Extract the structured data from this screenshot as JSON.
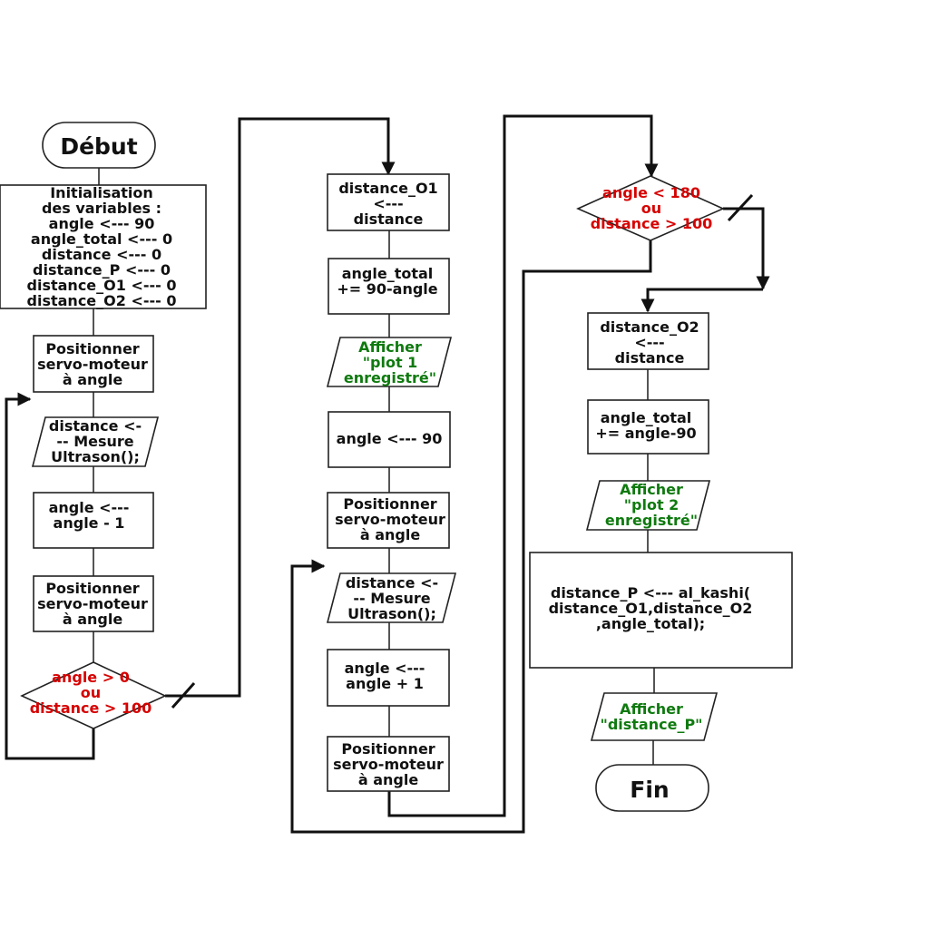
{
  "colors": {
    "red": "#d60000",
    "green": "#0f7a0f",
    "stroke": "#222222",
    "background": "#ffffff"
  },
  "start": {
    "label": "Début"
  },
  "end": {
    "label": "Fin"
  },
  "column1": {
    "init": {
      "lines": [
        "Initialisation",
        "des variables :",
        "angle <--- 90",
        "angle_total <--- 0",
        "distance <--- 0",
        "distance_P <--- 0",
        "distance_O1 <--- 0",
        "distance_O2 <--- 0"
      ]
    },
    "position1": {
      "lines": [
        "Positionner",
        "servo-moteur",
        "à angle"
      ]
    },
    "measure": {
      "lines": [
        "distance <-",
        "-- Mesure",
        "Ultrason();"
      ]
    },
    "decrement": {
      "lines": [
        "angle <---",
        "angle - 1"
      ]
    },
    "position2": {
      "lines": [
        "Positionner",
        "servo-moteur",
        "à angle"
      ]
    },
    "decision": {
      "lines": [
        "angle > 0",
        "ou",
        "distance > 100"
      ]
    }
  },
  "column2": {
    "assign_o1": {
      "lines": [
        "distance_O1",
        "<---",
        "distance"
      ]
    },
    "total1": {
      "lines": [
        "angle_total",
        "+= 90-angle"
      ]
    },
    "display1": {
      "lines": [
        "Afficher",
        "\"plot 1",
        "enregistré\""
      ]
    },
    "reset_angle": {
      "lines": [
        "angle <--- 90"
      ]
    },
    "position3": {
      "lines": [
        "Positionner",
        "servo-moteur",
        "à angle"
      ]
    },
    "measure2": {
      "lines": [
        "distance <-",
        "-- Mesure",
        "Ultrason();"
      ]
    },
    "increment": {
      "lines": [
        "angle <---",
        "angle + 1"
      ]
    },
    "position4": {
      "lines": [
        "Positionner",
        "servo-moteur",
        "à angle"
      ]
    }
  },
  "column3": {
    "decision": {
      "lines": [
        "angle < 180",
        "ou",
        "distance > 100"
      ]
    },
    "assign_o2": {
      "lines": [
        "distance_O2",
        "<---",
        "distance"
      ]
    },
    "total2": {
      "lines": [
        "angle_total",
        "+= angle-90"
      ]
    },
    "display2": {
      "lines": [
        "Afficher",
        "\"plot 2",
        "enregistré\""
      ]
    },
    "compute": {
      "lines": [
        "distance_P  <--- al_kashi(",
        "distance_O1,distance_O2",
        ",angle_total);"
      ]
    },
    "display3": {
      "lines": [
        "Afficher",
        "\"distance_P\""
      ]
    }
  }
}
